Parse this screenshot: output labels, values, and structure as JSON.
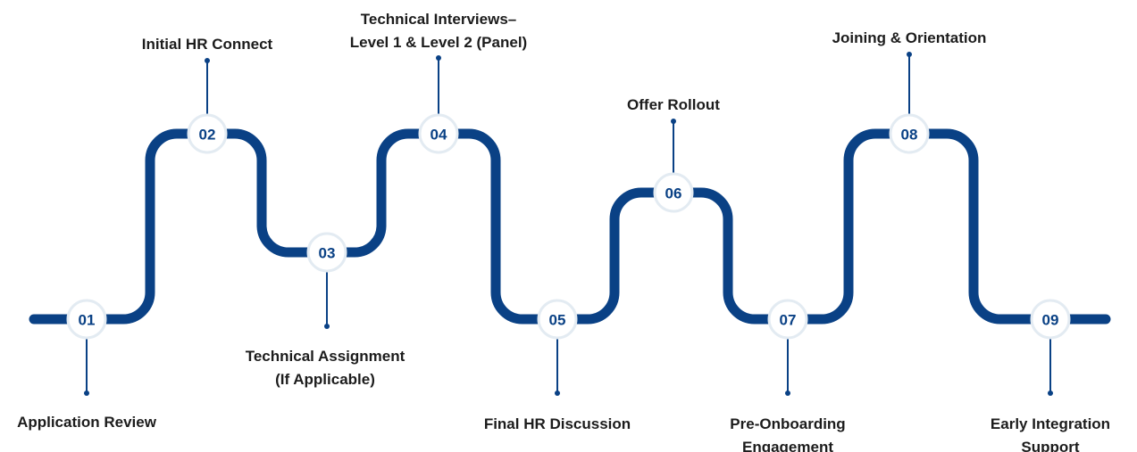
{
  "colors": {
    "path": "#0a4185",
    "node_border": "#e3ebf2",
    "text": "#1c1c1c"
  },
  "steps": [
    {
      "num": "01",
      "label": [
        "Application Review"
      ]
    },
    {
      "num": "02",
      "label": [
        "Initial HR Connect"
      ]
    },
    {
      "num": "03",
      "label": [
        "Technical Assignment",
        "(If Applicable)"
      ]
    },
    {
      "num": "04",
      "label": [
        "Technical Interviews–",
        "Level 1 & Level 2 (Panel)"
      ]
    },
    {
      "num": "05",
      "label": [
        "Final HR Discussion"
      ]
    },
    {
      "num": "06",
      "label": [
        "Offer Rollout"
      ]
    },
    {
      "num": "07",
      "label": [
        "Pre-Onboarding",
        "Engagement"
      ]
    },
    {
      "num": "08",
      "label": [
        "Joining & Orientation"
      ]
    },
    {
      "num": "09",
      "label": [
        "Early Integration",
        "Support"
      ]
    }
  ]
}
